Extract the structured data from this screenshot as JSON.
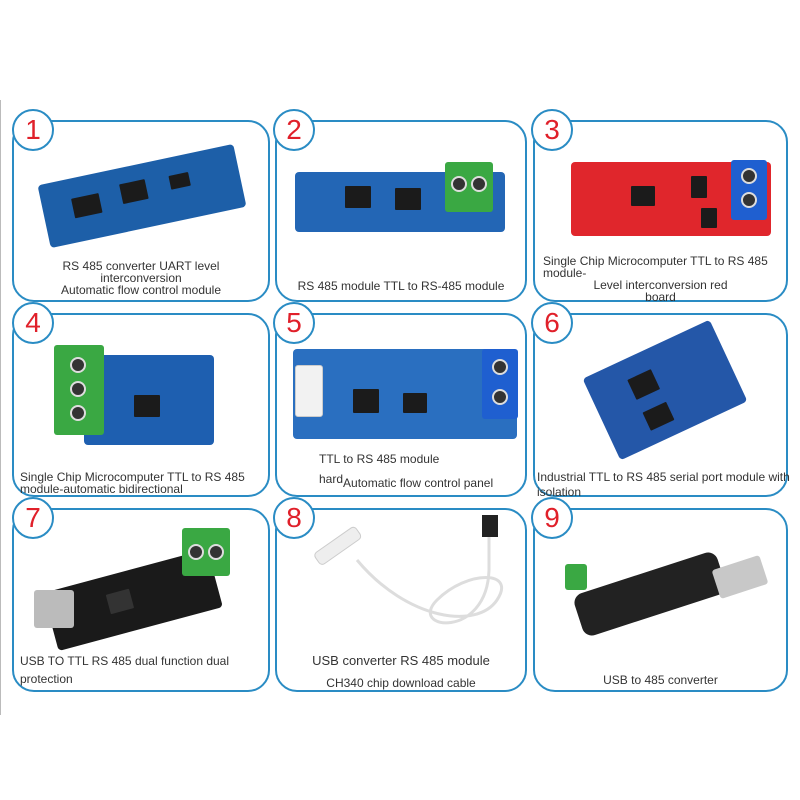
{
  "products": [
    {
      "number": "1",
      "lines": [
        "RS 485 converter UART level",
        "interconversion",
        "Automatic flow control module"
      ],
      "board_color": "#1d5fa8"
    },
    {
      "number": "2",
      "lines": [
        "RS 485 module TTL to RS-485 module"
      ],
      "board_color": "#2366b5"
    },
    {
      "number": "3",
      "lines": [
        "Single Chip Microcomputer TTL to RS 485",
        "module-",
        "Level interconversion red",
        "board"
      ],
      "board_color": "#e0262c"
    },
    {
      "number": "4",
      "lines": [
        "Single Chip Microcomputer TTL to RS 485",
        "module-automatic bidirectional"
      ],
      "board_color": "#1e5fb0"
    },
    {
      "number": "5",
      "lines": [
        "TTL to RS 485 module",
        "hard",
        "Automatic flow control panel"
      ],
      "board_color": "#2a6fc0"
    },
    {
      "number": "6",
      "lines": [
        "Industrial TTL to RS 485 serial port module with",
        "isolation"
      ],
      "board_color": "#2457a8"
    },
    {
      "number": "7",
      "lines": [
        "USB TO TTL RS 485 dual function dual",
        "protection"
      ],
      "board_color": "#1a1a1a"
    },
    {
      "number": "8",
      "lines": [
        "USB converter RS 485 module",
        "CH340 chip download cable"
      ],
      "board_color": "#f2f2f2"
    },
    {
      "number": "9",
      "lines": [
        "USB to 485 converter"
      ],
      "board_color": "#222222"
    }
  ],
  "colors": {
    "border": "#2a8cc4",
    "number": "#e0202a",
    "terminal_green": "#3aa843",
    "terminal_blue": "#1f5fd0"
  }
}
